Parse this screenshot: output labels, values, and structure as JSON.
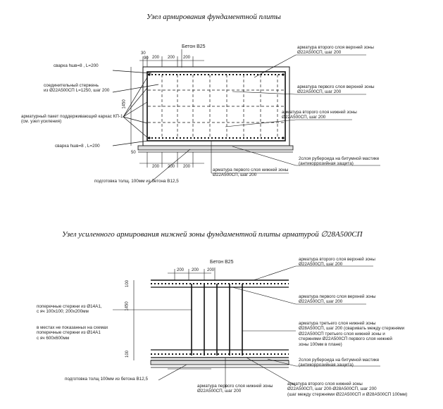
{
  "titles": {
    "top": "Узел армирования фундаментной плиты",
    "bottom": "Узел усиленного армирования нижней зоны фундаментной плиты арматурой ∅28А500СП"
  },
  "top_diagram": {
    "concrete": "Бетон В25",
    "top_second_layer": [
      "арматура второго слоя верхней зоны",
      "Ø22А500СП, шаг 200"
    ],
    "top_first_layer": [
      "арматура первого слоя верхней зоны",
      "Ø22А500СП, шаг 200"
    ],
    "bottom_second_layer": [
      "арматура второго слоя нижней зоны",
      "Ø22А500СП, шаг 200"
    ],
    "ruberoid": [
      "2слоя рубероида на битумной мастике",
      "(антикоррозийная защита)"
    ],
    "bottom_first_layer": [
      "арматура первого слоя нижней зоны",
      "Ø22А500СП, шаг 200"
    ],
    "prep": "подготовка толщ. 100мм из бетона В12,5",
    "weld_top": "сварка hшв=8 , L=200",
    "connecting_rods": [
      "соединительный стержень",
      "из Ø22А500СП L=1250, шаг 200"
    ],
    "support_frame": [
      "арматурный пакет поддерживающий каркас КП-1",
      "(см. узел усиления)"
    ],
    "weld_bottom": "сварка hшв=8 , L=200",
    "dims": [
      "30",
      "90",
      "200",
      "200",
      "200",
      "1450",
      "200",
      "200",
      "200",
      "50"
    ]
  },
  "bottom_diagram": {
    "concrete": "Бетон В25",
    "top_second_layer": [
      "арматура второго слоя верхней зоны",
      "Ø22А500СП, шаг 200"
    ],
    "top_first_layer": [
      "арматура первого слоя верхней зоны",
      "Ø22А500СП, шаг 200"
    ],
    "transverse": [
      "поперечные стержни из Ø14А1,",
      "с яч 100х100; 200х200мм"
    ],
    "places_note": [
      "в местах не показанных на схемах",
      "поперечные стержни из Ø14А1",
      "с яч 600х600мм"
    ],
    "third_layer": [
      "арматура третьего слоя нижней зоны",
      "Ø28А500СП, шаг 200 (сваривать между стержнями",
      "Ø22А500СП третьего слоя нижней зоны и",
      "стержнями Ø22А500СП первого слоя нижней",
      "зоны 100мм в плане)"
    ],
    "ruberoid": [
      "2слоя рубероида на битумной мастике",
      "(антикоррозийная защита)"
    ],
    "bottom_first_layer": [
      "арматура первого слоя нижней зоны",
      "Ø22А500СП, шаг 200"
    ],
    "bottom_second_layer": [
      "арматура второго слоя нижней зоны",
      "Ø22А500СП, шаг 200-Ø28А500СП, шаг 200",
      "(шаг между стержнями Ø22А500СП и Ø28А500СП 100мм)"
    ],
    "prep": "подготовка толщ 100мм из бетона В12,5",
    "dims": [
      "200",
      "200",
      "200",
      "1450",
      "100",
      "100"
    ]
  }
}
